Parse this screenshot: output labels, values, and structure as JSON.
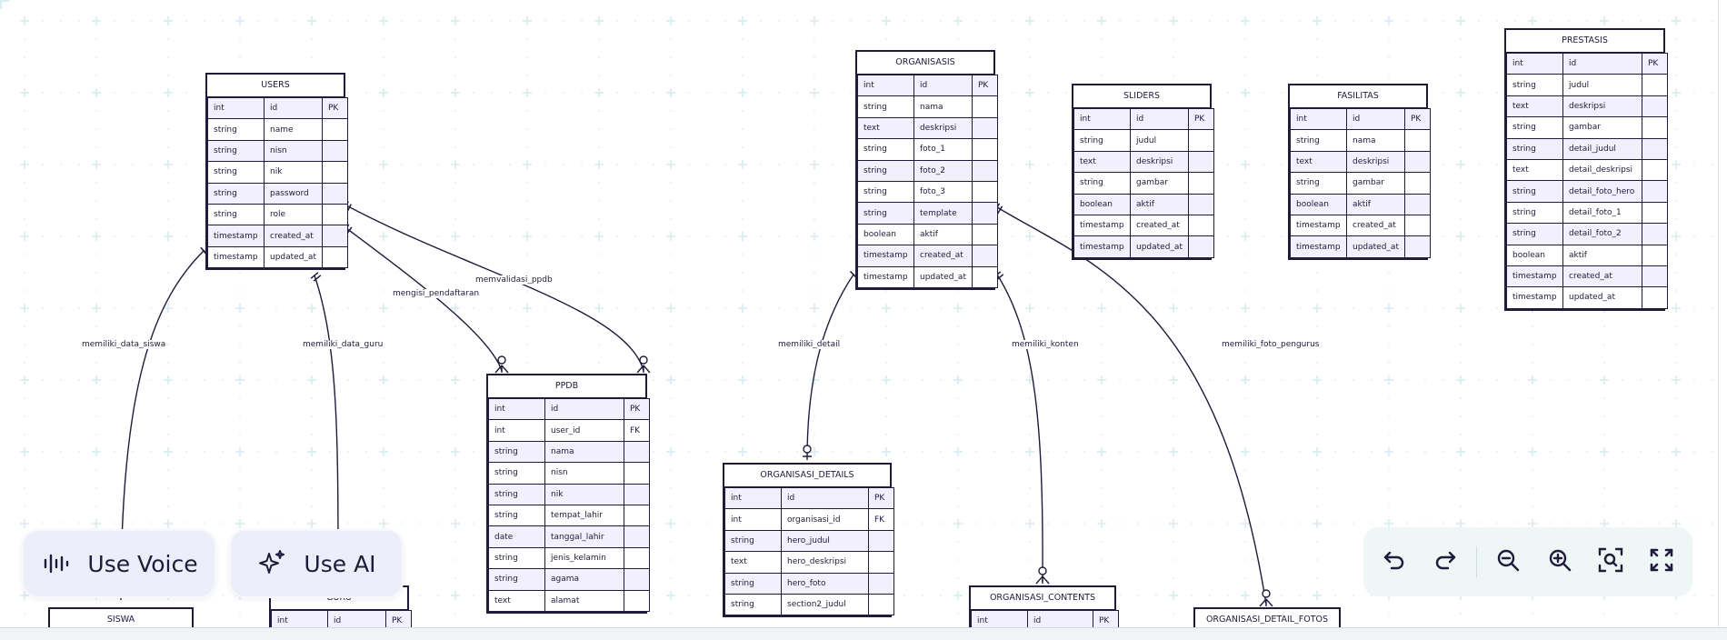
{
  "actions": {
    "use_voice": "Use Voice",
    "use_ai": "Use AI"
  },
  "controls": [
    "undo-icon",
    "redo-icon",
    "zoom-out-icon",
    "zoom-in-icon",
    "zoom-fit-icon",
    "fullscreen-icon"
  ],
  "colors": {
    "ink": "#1f1b3a",
    "row_alt": "#f1f0fc",
    "grid": "#d9eef3",
    "pill": "#eceef9"
  },
  "entities": [
    {
      "id": "users",
      "name": "USERS",
      "rows": [
        [
          "int",
          "id",
          "PK"
        ],
        [
          "string",
          "name",
          ""
        ],
        [
          "string",
          "nisn",
          ""
        ],
        [
          "string",
          "nik",
          ""
        ],
        [
          "string",
          "password",
          ""
        ],
        [
          "string",
          "role",
          ""
        ],
        [
          "timestamp",
          "created_at",
          ""
        ],
        [
          "timestamp",
          "updated_at",
          ""
        ]
      ]
    },
    {
      "id": "organisasis",
      "name": "ORGANISASIS",
      "rows": [
        [
          "int",
          "id",
          "PK"
        ],
        [
          "string",
          "nama",
          ""
        ],
        [
          "text",
          "deskripsi",
          ""
        ],
        [
          "string",
          "foto_1",
          ""
        ],
        [
          "string",
          "foto_2",
          ""
        ],
        [
          "string",
          "foto_3",
          ""
        ],
        [
          "string",
          "template",
          ""
        ],
        [
          "boolean",
          "aktif",
          ""
        ],
        [
          "timestamp",
          "created_at",
          ""
        ],
        [
          "timestamp",
          "updated_at",
          ""
        ]
      ]
    },
    {
      "id": "sliders",
      "name": "SLIDERS",
      "rows": [
        [
          "int",
          "id",
          "PK"
        ],
        [
          "string",
          "judul",
          ""
        ],
        [
          "text",
          "deskripsi",
          ""
        ],
        [
          "string",
          "gambar",
          ""
        ],
        [
          "boolean",
          "aktif",
          ""
        ],
        [
          "timestamp",
          "created_at",
          ""
        ],
        [
          "timestamp",
          "updated_at",
          ""
        ]
      ]
    },
    {
      "id": "fasilitas",
      "name": "FASILITAS",
      "rows": [
        [
          "int",
          "id",
          "PK"
        ],
        [
          "string",
          "nama",
          ""
        ],
        [
          "text",
          "deskripsi",
          ""
        ],
        [
          "string",
          "gambar",
          ""
        ],
        [
          "boolean",
          "aktif",
          ""
        ],
        [
          "timestamp",
          "created_at",
          ""
        ],
        [
          "timestamp",
          "updated_at",
          ""
        ]
      ]
    },
    {
      "id": "prestasis",
      "name": "PRESTASIS",
      "rows": [
        [
          "int",
          "id",
          "PK"
        ],
        [
          "string",
          "judul",
          ""
        ],
        [
          "text",
          "deskripsi",
          ""
        ],
        [
          "string",
          "gambar",
          ""
        ],
        [
          "string",
          "detail_judul",
          ""
        ],
        [
          "text",
          "detail_deskripsi",
          ""
        ],
        [
          "string",
          "detail_foto_hero",
          ""
        ],
        [
          "string",
          "detail_foto_1",
          ""
        ],
        [
          "string",
          "detail_foto_2",
          ""
        ],
        [
          "boolean",
          "aktif",
          ""
        ],
        [
          "timestamp",
          "created_at",
          ""
        ],
        [
          "timestamp",
          "updated_at",
          ""
        ]
      ]
    },
    {
      "id": "ppdb",
      "name": "PPDB",
      "rows": [
        [
          "int",
          "id",
          "PK"
        ],
        [
          "int",
          "user_id",
          "FK"
        ],
        [
          "string",
          "nama",
          ""
        ],
        [
          "string",
          "nisn",
          ""
        ],
        [
          "string",
          "nik",
          ""
        ],
        [
          "string",
          "tempat_lahir",
          ""
        ],
        [
          "date",
          "tanggal_lahir",
          ""
        ],
        [
          "string",
          "jenis_kelamin",
          ""
        ],
        [
          "string",
          "agama",
          ""
        ],
        [
          "text",
          "alamat",
          ""
        ]
      ]
    },
    {
      "id": "organisasi_details",
      "name": "ORGANISASI_DETAILS",
      "rows": [
        [
          "int",
          "id",
          "PK"
        ],
        [
          "int",
          "organisasi_id",
          "FK"
        ],
        [
          "string",
          "hero_judul",
          ""
        ],
        [
          "text",
          "hero_deskripsi",
          ""
        ],
        [
          "string",
          "hero_foto",
          ""
        ],
        [
          "string",
          "section2_judul",
          ""
        ]
      ]
    },
    {
      "id": "organisasi_contents",
      "name": "ORGANISASI_CONTENTS",
      "rows": [
        [
          "int",
          "id",
          "PK"
        ]
      ]
    },
    {
      "id": "organisasi_detail_fotos",
      "name": "ORGANISASI_DETAIL_FOTOS",
      "rows": []
    },
    {
      "id": "siswa",
      "name": "SISWA",
      "rows": []
    },
    {
      "id": "guru",
      "name": "GURU",
      "rows": [
        [
          "int",
          "id",
          "PK"
        ]
      ]
    }
  ],
  "relationships": [
    {
      "id": "r1",
      "label": "memiliki_data_siswa"
    },
    {
      "id": "r2",
      "label": "memiliki_data_guru"
    },
    {
      "id": "r3",
      "label": "mengisi_pendaftaran"
    },
    {
      "id": "r4",
      "label": "memvalidasi_ppdb"
    },
    {
      "id": "r5",
      "label": "memiliki_detail"
    },
    {
      "id": "r6",
      "label": "memiliki_konten"
    },
    {
      "id": "r7",
      "label": "memiliki_foto_pengurus"
    }
  ]
}
